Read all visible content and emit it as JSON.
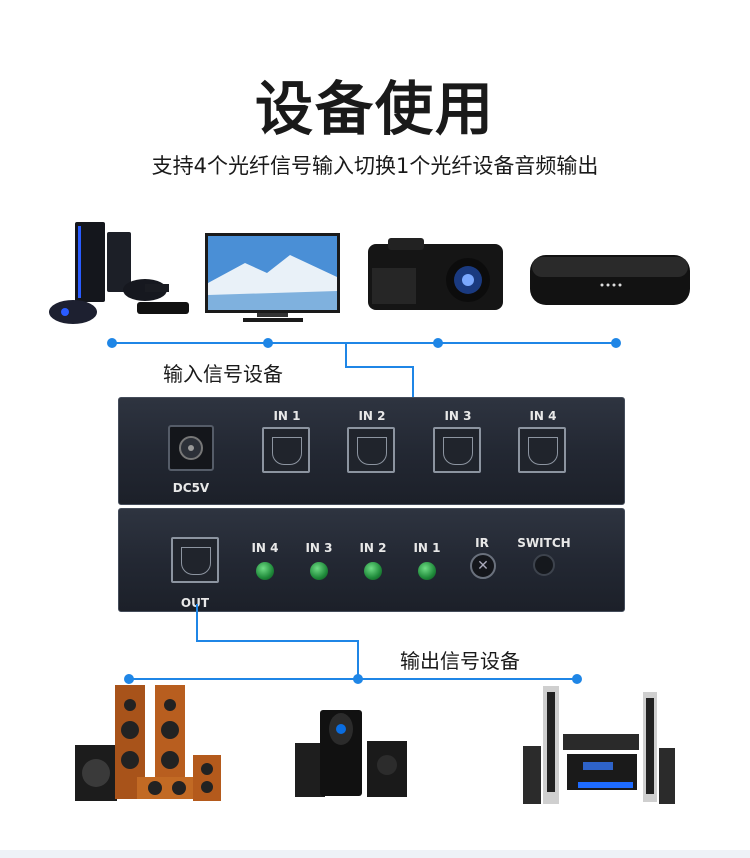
{
  "header": {
    "title": "设备使用",
    "subtitle": "支持4个光纤信号输入切换1个光纤设备音频输出"
  },
  "diagram": {
    "input_caption": "输入信号设备",
    "output_caption": "输出信号设备",
    "input_devices": [
      "game-console-icon",
      "tv-icon",
      "projector-icon",
      "set-top-box-icon"
    ],
    "output_devices": [
      "speaker-system-icon",
      "desktop-speakers-icon",
      "home-theater-icon"
    ],
    "accent_color": "#1f86e6"
  },
  "device": {
    "rear_panel": {
      "power_label": "DC5V",
      "inputs": [
        "IN 1",
        "IN 2",
        "IN 3",
        "IN 4"
      ]
    },
    "front_panel": {
      "output_label": "OUT",
      "indicators": [
        "IN 4",
        "IN 3",
        "IN 2",
        "IN 1"
      ],
      "ir_label": "IR",
      "switch_label": "SWITCH"
    }
  }
}
